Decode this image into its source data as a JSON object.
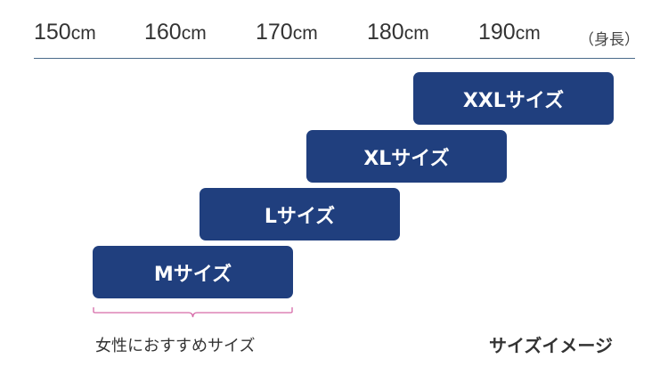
{
  "axis": {
    "ticks": [
      {
        "value": "150",
        "unit": "cm"
      },
      {
        "value": "160",
        "unit": "cm"
      },
      {
        "value": "170",
        "unit": "cm"
      },
      {
        "value": "180",
        "unit": "cm"
      },
      {
        "value": "190",
        "unit": "cm"
      }
    ],
    "unit_label": "（身長）",
    "line_color": "#4a6a8a"
  },
  "sizes": [
    {
      "label": "Mサイズ",
      "range": "150cm–170cm"
    },
    {
      "label": "Lサイズ",
      "range": "160cm–180cm"
    },
    {
      "label": "XLサイズ",
      "range": "170cm–190cm"
    },
    {
      "label": "XXLサイズ",
      "range": "180cm–200cm"
    }
  ],
  "bar_color": "#203f7e",
  "bracket": {
    "label": "女性におすすめサイズ",
    "color": "#d66aa8"
  },
  "caption": "サイズイメージ"
}
